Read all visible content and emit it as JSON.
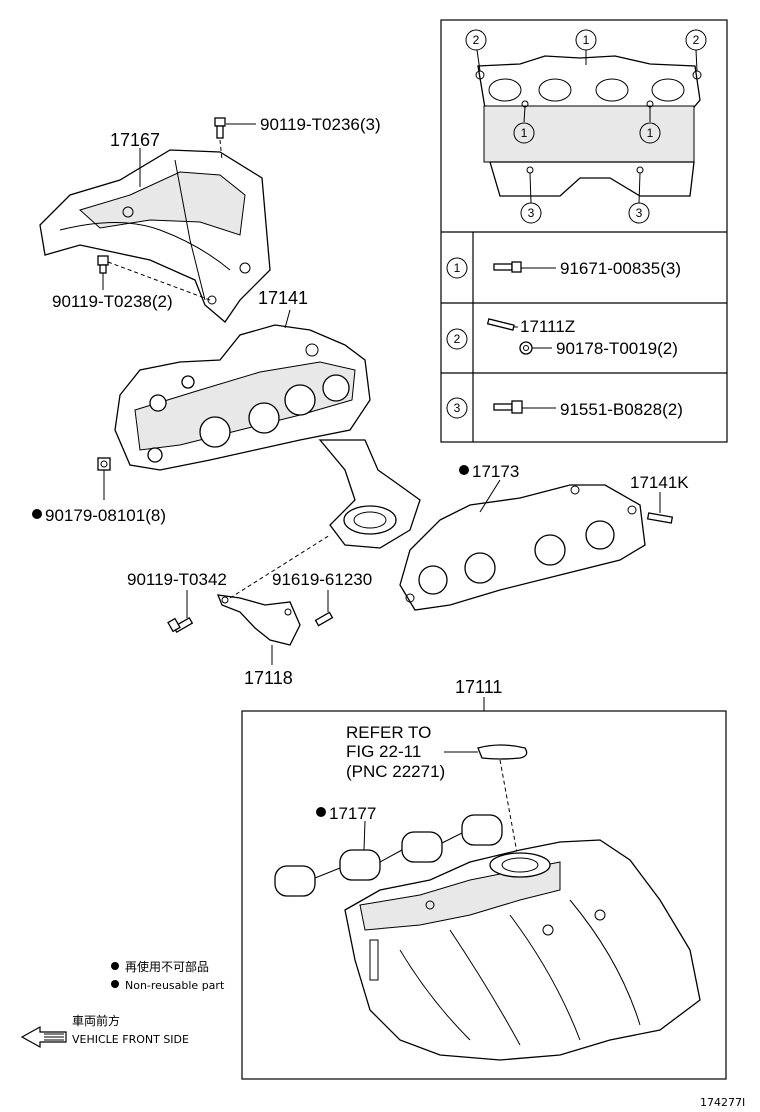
{
  "labels": {
    "p17167": "17167",
    "p90119_T0236": "90119-T0236(3)",
    "p90119_T0238": "90119-T0238(2)",
    "p17141": "17141",
    "p90179_08101": "90179-08101(8)",
    "p17173": "17173",
    "p17141K": "17141K",
    "p90119_T0342": "90119-T0342",
    "p91619_61230": "91619-61230",
    "p17118": "17118",
    "p17111": "17111",
    "p17177": "17177",
    "refer_line1": "REFER TO",
    "refer_line2": "FIG 22-11",
    "refer_line3": "(PNC 22271)"
  },
  "inset": {
    "callouts": [
      "2",
      "1",
      "2",
      "1",
      "1",
      "3",
      "3"
    ],
    "rows": [
      {
        "num": "1",
        "part_a": "91671-00835(3)",
        "part_b": ""
      },
      {
        "num": "2",
        "part_a": "17111Z",
        "part_b": "90178-T0019(2)"
      },
      {
        "num": "3",
        "part_a": "91551-B0828(2)",
        "part_b": ""
      }
    ]
  },
  "legend": {
    "nonreusable_jp": "再使用不可部品",
    "nonreusable_en": "Non-reusable part",
    "front_jp": "車両前方",
    "front_en": "VEHICLE FRONT SIDE"
  },
  "figure_id": "174277I"
}
